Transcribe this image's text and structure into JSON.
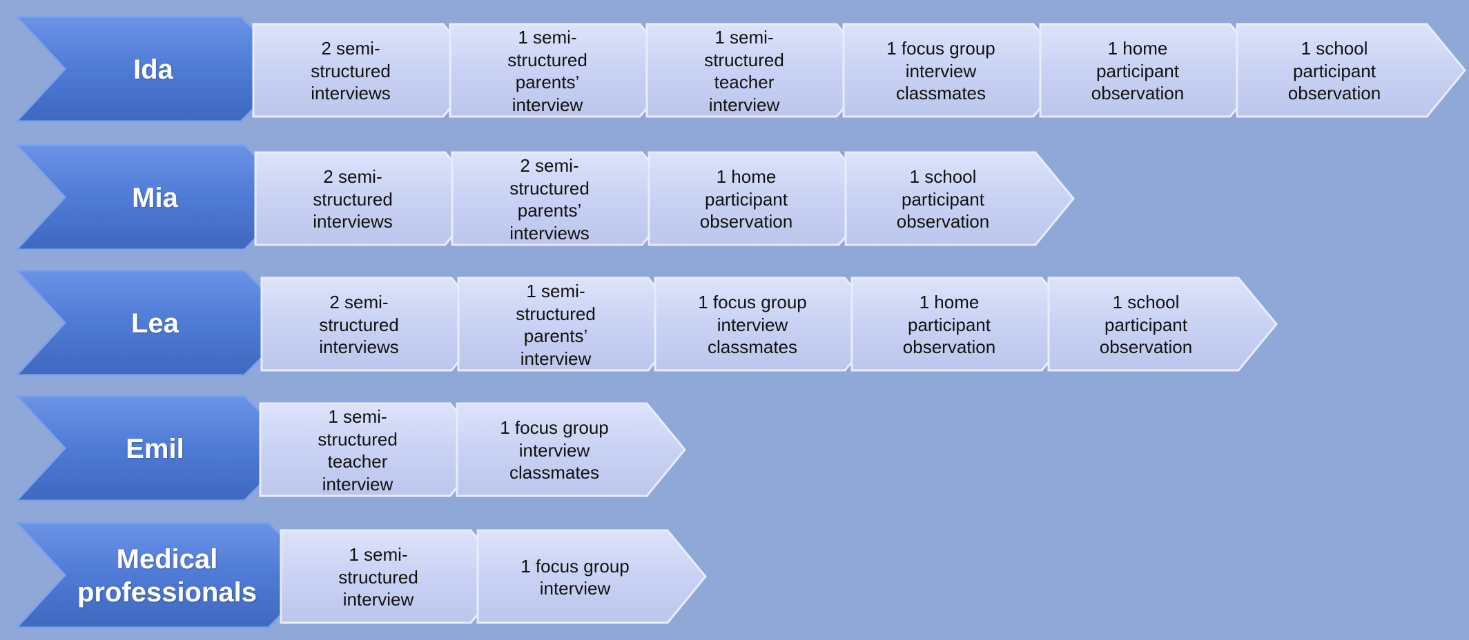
{
  "rows": [
    {
      "participant": "Ida",
      "steps": [
        "2 semi-\nstructured\ninterviews",
        "1 semi-\nstructured\nparents’\ninterview",
        "1 semi-\nstructured\nteacher\ninterview",
        "1 focus group\ninterview\nclassmates",
        "1 home\nparticipant\nobservation",
        "1 school\nparticipant\nobservation"
      ]
    },
    {
      "participant": "Mia",
      "steps": [
        "2 semi-\nstructured\ninterviews",
        "2 semi-\nstructured\nparents’\ninterviews",
        "1 home\nparticipant\nobservation",
        "1 school\nparticipant\nobservation"
      ]
    },
    {
      "participant": "Lea",
      "steps": [
        "2 semi-\nstructured\ninterviews",
        "1 semi-\nstructured\nparents’\ninterview",
        "1 focus group\ninterview\nclassmates",
        "1 home\nparticipant\nobservation",
        "1 school\nparticipant\nobservation"
      ]
    },
    {
      "participant": "Emil",
      "steps": [
        "1 semi-\nstructured\nteacher\ninterview",
        "1 focus group\ninterview\nclassmates"
      ]
    },
    {
      "participant": "Medical\nprofessionals",
      "steps": [
        "1 semi-\nstructured\ninterview",
        "1 focus group\ninterview"
      ]
    }
  ]
}
